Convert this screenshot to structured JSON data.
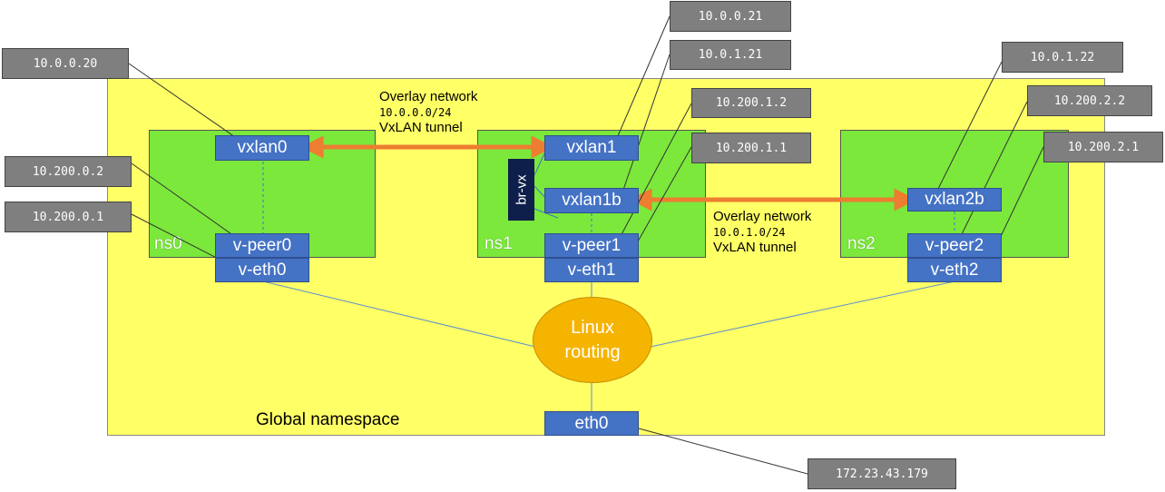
{
  "namespaces": {
    "global": {
      "label": "Global namespace"
    },
    "ns0": {
      "label": "ns0"
    },
    "ns1": {
      "label": "ns1"
    },
    "ns2": {
      "label": "ns2"
    }
  },
  "interfaces": {
    "vxlan0": "vxlan0",
    "vxlan1": "vxlan1",
    "vxlan1b": "vxlan1b",
    "vxlan2b": "vxlan2b",
    "vpeer0": "v-peer0",
    "veth0": "v-eth0",
    "vpeer1": "v-peer1",
    "veth1": "v-eth1",
    "vpeer2": "v-peer2",
    "veth2": "v-eth2",
    "eth0": "eth0",
    "bridge": "br-vx"
  },
  "router": {
    "line1": "Linux",
    "line2": "routing"
  },
  "overlays": {
    "net0": {
      "line1": "Overlay network",
      "line2": "10.0.0.0/24",
      "line3": "VxLAN tunnel"
    },
    "net1": {
      "line1": "Overlay network",
      "line2": "10.0.1.0/24",
      "line3": "VxLAN tunnel"
    }
  },
  "addresses": {
    "vxlan0": "10.0.0.20",
    "vpeer0": "10.200.0.2",
    "veth0": "10.200.0.1",
    "vxlan1": "10.0.0.21",
    "vxlan1b": "10.0.1.21",
    "vpeer1": "10.200.1.2",
    "veth1": "10.200.1.1",
    "vxlan2b": "10.0.1.22",
    "vpeer2": "10.200.2.2",
    "veth2": "10.200.2.1",
    "eth0": "172.23.43.179"
  },
  "colors": {
    "global": "#ffff66",
    "namespace": "#7be83b",
    "interface": "#4472c4",
    "address": "#7f7f7f",
    "bridge": "#0d1f4a",
    "router": "#f5b400",
    "tunnel": "#ed7d31"
  }
}
